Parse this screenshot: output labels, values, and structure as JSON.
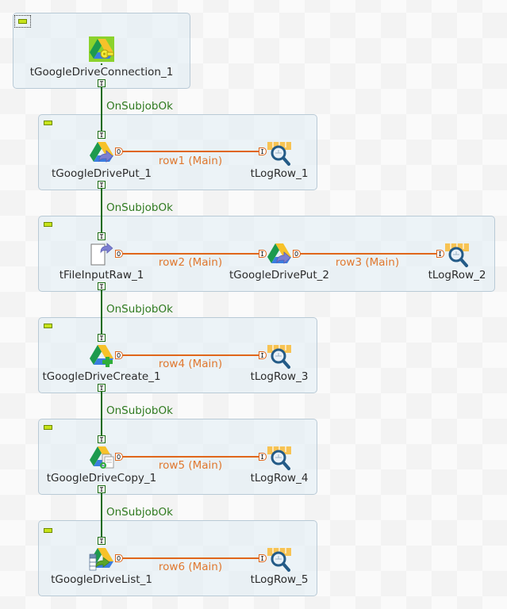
{
  "colors": {
    "trigger_line": "#1a6b12",
    "main_line": "#e0661a",
    "trigger_label": "#2f7a1f",
    "row_label": "#e0782f",
    "subjob_bg": "#e6eef4",
    "collapse": "#c7e31a"
  },
  "ports": {
    "trigger": "T",
    "output": "0",
    "input": "I"
  },
  "subjobs": [
    {
      "components": [
        {
          "name": "tGoogleDriveConnection_1",
          "icon": "google-drive-connection-icon"
        }
      ]
    },
    {
      "trigger_label": "OnSubjobOk",
      "components": [
        {
          "name": "tGoogleDrivePut_1",
          "icon": "google-drive-put-icon"
        },
        {
          "name": "tLogRow_1",
          "icon": "log-row-icon"
        }
      ],
      "links": [
        {
          "label": "row1 (Main)"
        }
      ]
    },
    {
      "trigger_label": "OnSubjobOk",
      "components": [
        {
          "name": "tFileInputRaw_1",
          "icon": "file-input-raw-icon"
        },
        {
          "name": "tGoogleDrivePut_2",
          "icon": "google-drive-put-icon"
        },
        {
          "name": "tLogRow_2",
          "icon": "log-row-icon"
        }
      ],
      "links": [
        {
          "label": "row2 (Main)"
        },
        {
          "label": "row3 (Main)"
        }
      ]
    },
    {
      "trigger_label": "OnSubjobOk",
      "components": [
        {
          "name": "tGoogleDriveCreate_1",
          "icon": "google-drive-create-icon"
        },
        {
          "name": "tLogRow_3",
          "icon": "log-row-icon"
        }
      ],
      "links": [
        {
          "label": "row4 (Main)"
        }
      ]
    },
    {
      "trigger_label": "OnSubjobOk",
      "components": [
        {
          "name": "tGoogleDriveCopy_1",
          "icon": "google-drive-copy-icon"
        },
        {
          "name": "tLogRow_4",
          "icon": "log-row-icon"
        }
      ],
      "links": [
        {
          "label": "row5 (Main)"
        }
      ]
    },
    {
      "trigger_label": "OnSubjobOk",
      "components": [
        {
          "name": "tGoogleDriveList_1",
          "icon": "google-drive-list-icon"
        },
        {
          "name": "tLogRow_5",
          "icon": "log-row-icon"
        }
      ],
      "links": [
        {
          "label": "row6 (Main)"
        }
      ]
    }
  ]
}
